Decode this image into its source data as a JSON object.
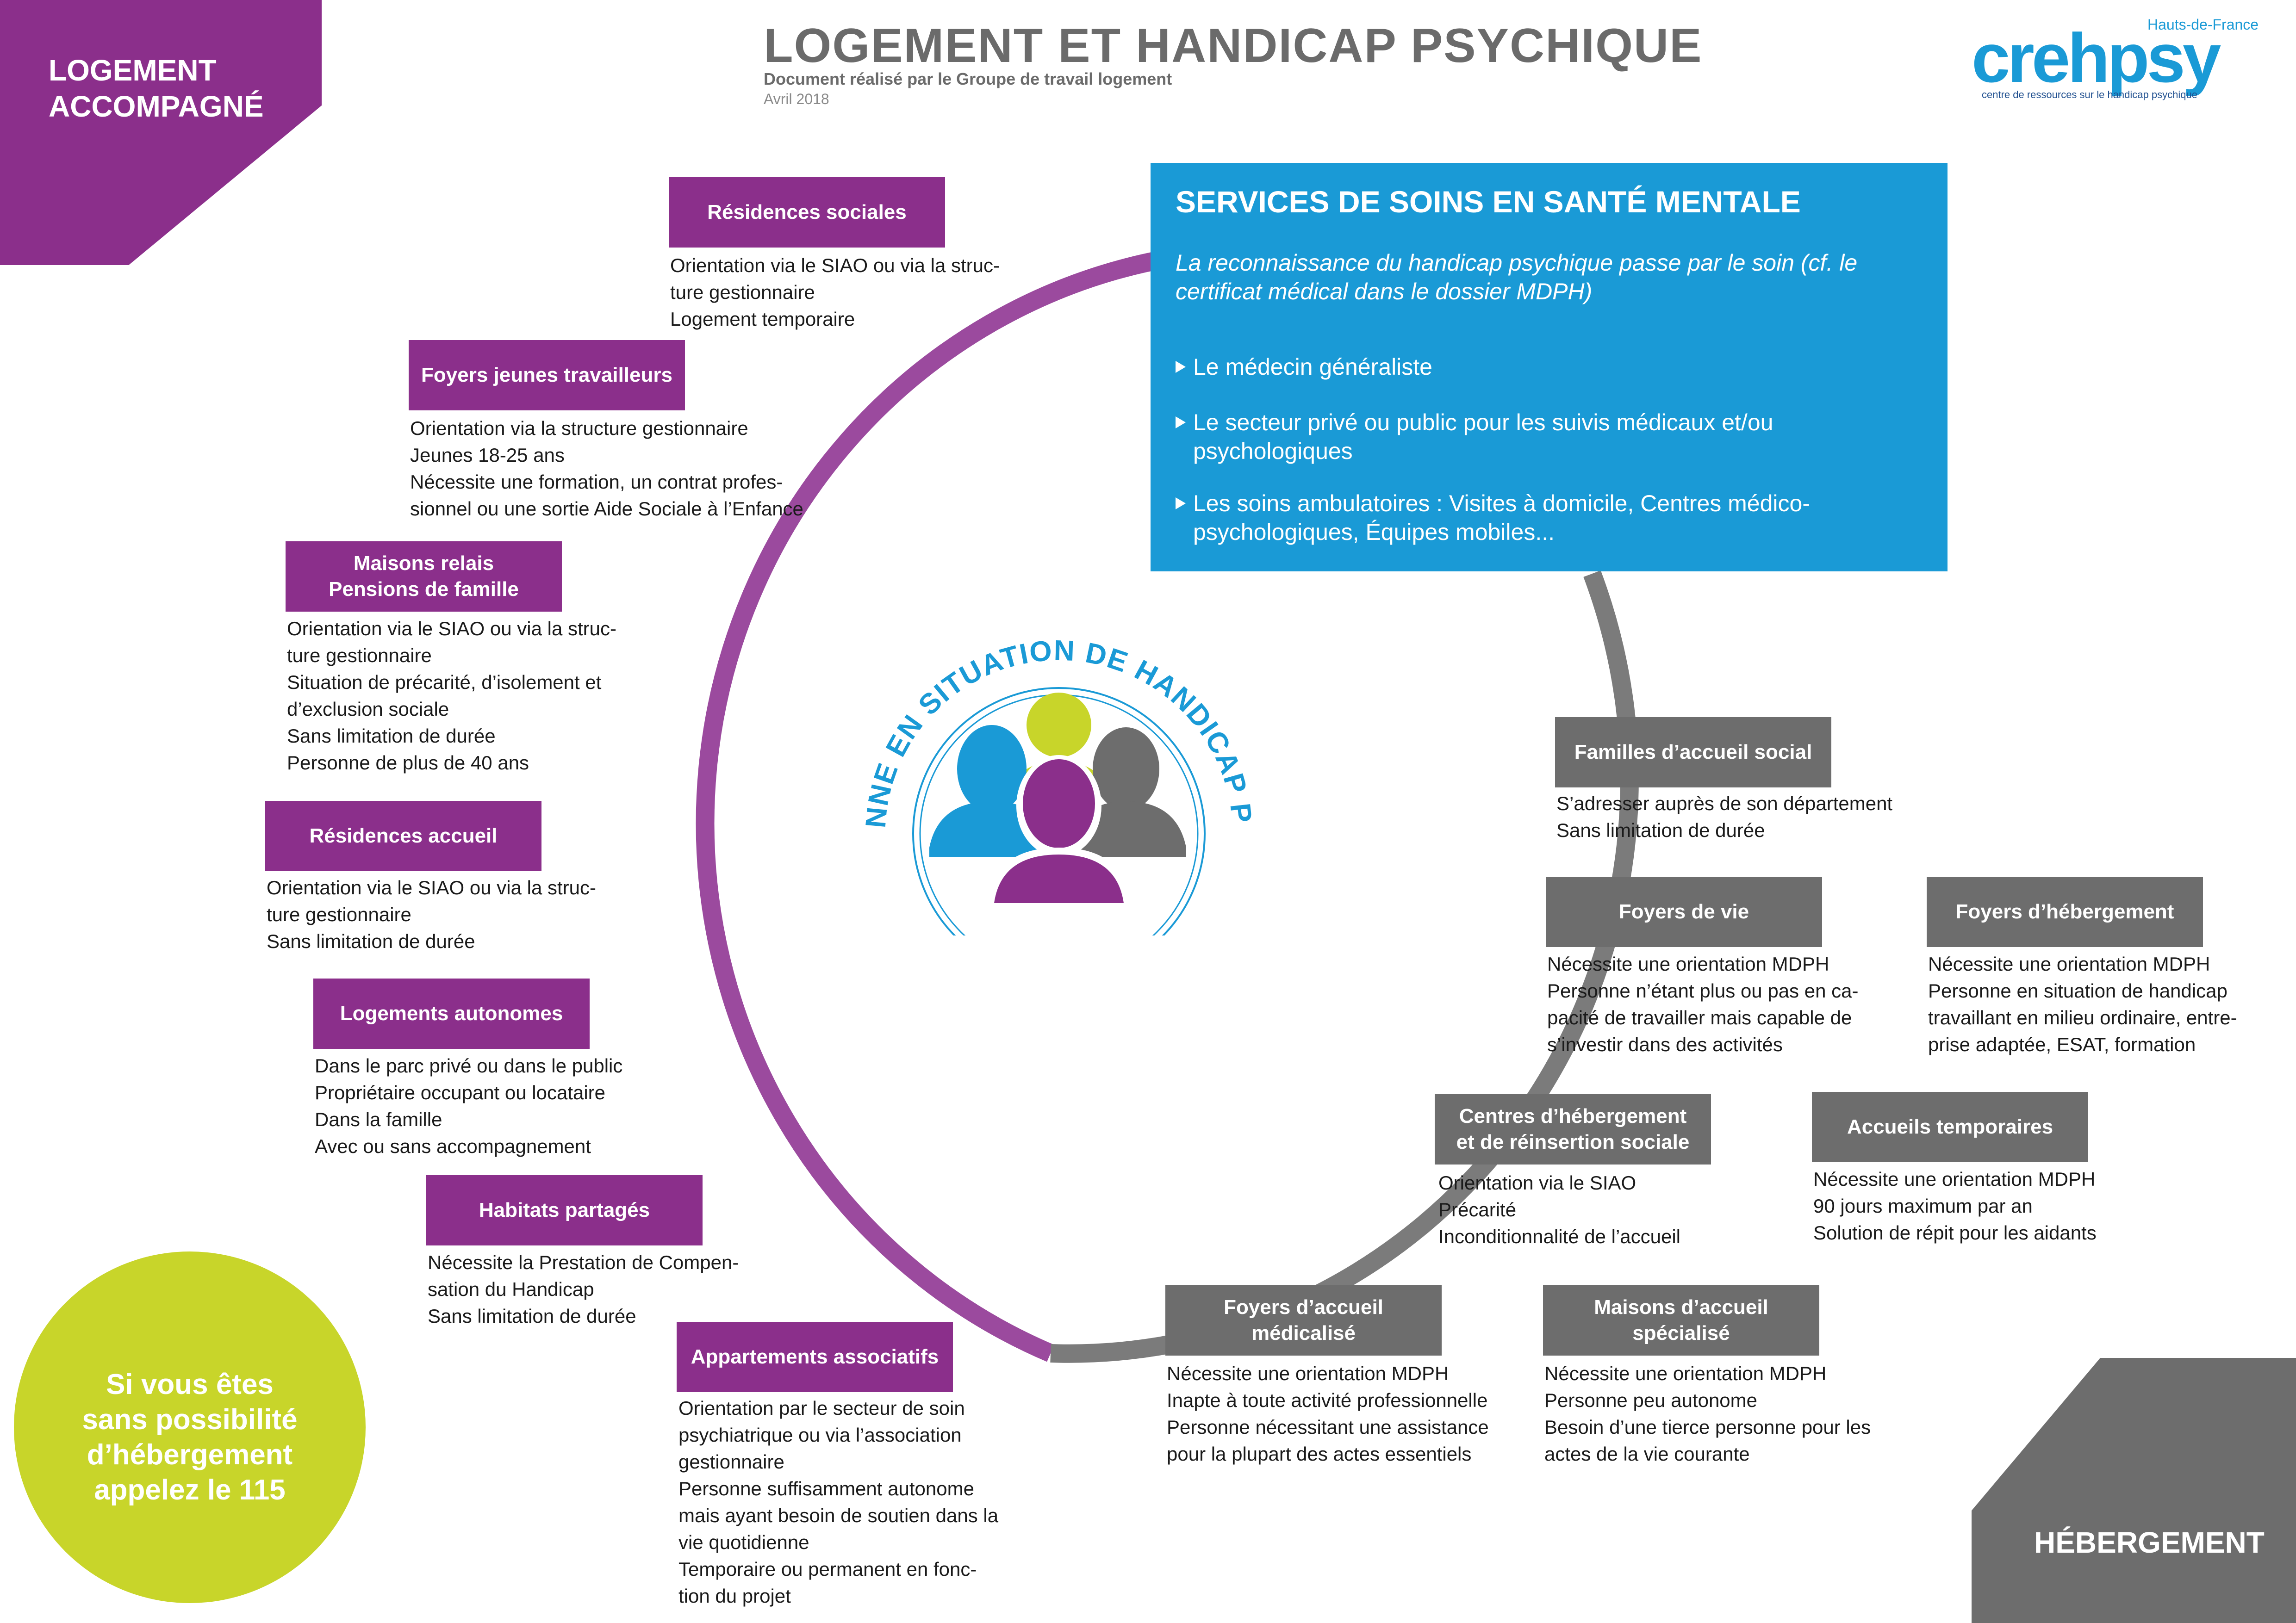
{
  "header": {
    "title": "LOGEMENT ET HANDICAP PSYCHIQUE",
    "subtitle": "Document réalisé par le Groupe de travail logement",
    "date": "Avril 2018"
  },
  "logo": {
    "word": "crehpsy",
    "region": "Hauts-de-France",
    "tagline": "centre de ressources sur le handicap psychique"
  },
  "corners": {
    "top_left": [
      "LOGEMENT",
      "ACCOMPAGNÉ"
    ],
    "bottom_right": "HÉBERGEMENT"
  },
  "colors": {
    "purple": "#8b2f8b",
    "gray": "#6d6d6d",
    "blue": "#1a9ad6",
    "yellow_green": "#c8d52a"
  },
  "services": {
    "title": "SERVICES DE SOINS EN SANTÉ MENTALE",
    "intro": "La reconnaissance du handicap psychique passe par le soin (cf. le certificat médical dans le dossier MDPH)",
    "items": [
      "Le médecin généraliste",
      "Le secteur privé ou public pour les suivis médicaux et/ou psychologiques",
      "Les soins ambulatoires : Visites à domicile, Centres médico-psychologiques, Équipes mobiles..."
    ]
  },
  "center": {
    "arc_text": "LA PERSONNE EN SITUATION DE HANDICAP PSYCHIQUE",
    "icon": "people-group-icon"
  },
  "logement": [
    {
      "title": [
        "Résidences sociales"
      ],
      "lines": [
        "Orientation via le SIAO ou via la struc-",
        "ture gestionnaire",
        "Logement temporaire"
      ]
    },
    {
      "title": [
        "Foyers jeunes travailleurs"
      ],
      "lines": [
        "Orientation via la structure gestionnaire",
        "Jeunes 18-25 ans",
        "Nécessite une formation, un contrat profes-",
        "sionnel ou une sortie Aide Sociale à l’Enfance"
      ]
    },
    {
      "title": [
        "Maisons relais",
        "Pensions de famille"
      ],
      "lines": [
        "Orientation via le SIAO ou via la struc-",
        "ture gestionnaire",
        "Situation de précarité, d’isolement et",
        "d’exclusion sociale",
        "Sans limitation de durée",
        "Personne de plus de 40 ans"
      ]
    },
    {
      "title": [
        "Résidences accueil"
      ],
      "lines": [
        "Orientation via le SIAO ou via la struc-",
        "ture gestionnaire",
        "Sans limitation de durée"
      ]
    },
    {
      "title": [
        "Logements autonomes"
      ],
      "lines": [
        "Dans le parc privé ou dans le public",
        "Propriétaire occupant ou locataire",
        "Dans la famille",
        "Avec ou sans accompagnement"
      ]
    },
    {
      "title": [
        "Habitats partagés"
      ],
      "lines": [
        "Nécessite la Prestation de Compen-",
        "sation du Handicap",
        "Sans limitation de durée"
      ]
    },
    {
      "title": [
        "Appartements associatifs"
      ],
      "lines": [
        "Orientation par le secteur de soin",
        "psychiatrique ou via l’association",
        "gestionnaire",
        "Personne suffisamment autonome",
        "mais ayant besoin de soutien dans la",
        "vie quotidienne",
        "Temporaire ou permanent en fonc-",
        "tion du projet"
      ]
    }
  ],
  "hebergement": [
    {
      "title": [
        "Familles d’accueil social"
      ],
      "lines": [
        "S’adresser auprès de son département",
        "Sans limitation de durée"
      ]
    },
    {
      "title": [
        "Foyers de vie"
      ],
      "lines": [
        "Nécessite une orientation MDPH",
        "Personne n’étant plus ou pas en ca-",
        "pacité de travailler mais capable de",
        "s’investir dans des activités"
      ]
    },
    {
      "title": [
        "Foyers d’hébergement"
      ],
      "lines": [
        "Nécessite une orientation MDPH",
        "Personne en situation de handicap",
        "travaillant en milieu ordinaire, entre-",
        "prise adaptée, ESAT, formation"
      ]
    },
    {
      "title": [
        "Centres d’hébergement",
        "et de réinsertion sociale"
      ],
      "lines": [
        "Orientation via le SIAO",
        "Précarité",
        "Inconditionnalité de l’accueil"
      ]
    },
    {
      "title": [
        "Accueils temporaires"
      ],
      "lines": [
        "Nécessite une orientation MDPH",
        "90 jours maximum par an",
        "Solution de répit pour les aidants"
      ]
    },
    {
      "title": [
        "Foyers d’accueil",
        "médicalisé"
      ],
      "lines": [
        "Nécessite une orientation MDPH",
        "Inapte à toute activité professionnelle",
        "Personne nécessitant une assistance",
        "pour la plupart des actes essentiels"
      ]
    },
    {
      "title": [
        "Maisons d’accueil",
        "spécialisé"
      ],
      "lines": [
        "Nécessite une orientation MDPH",
        "Personne peu autonome",
        "Besoin d’une tierce personne pour les",
        "actes de la vie courante"
      ]
    }
  ],
  "call_circle": {
    "lines": [
      "Si vous êtes",
      "sans possibilité",
      "d’hébergement",
      "appelez le 115"
    ]
  }
}
